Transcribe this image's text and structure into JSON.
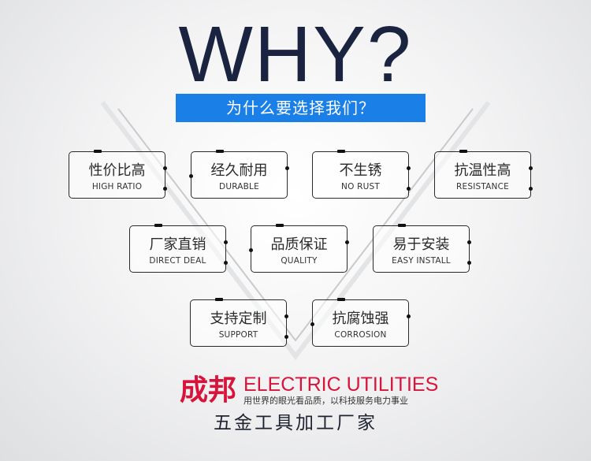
{
  "hero": {
    "title": "WHY?"
  },
  "banner": {
    "text": "为什么要选择我们？",
    "color": "#1a7fe6"
  },
  "features": [
    {
      "zh": "性价比高",
      "en": "HIGH RATIO"
    },
    {
      "zh": "经久耐用",
      "en": "DURABLE"
    },
    {
      "zh": "不生锈",
      "en": "NO RUST"
    },
    {
      "zh": "抗温性高",
      "en": "RESISTANCE"
    },
    {
      "zh": "厂家直销",
      "en": "DIRECT DEAL"
    },
    {
      "zh": "品质保证",
      "en": "QUALITY"
    },
    {
      "zh": "易于安装",
      "en": "EASY INSTALL"
    },
    {
      "zh": "支持定制",
      "en": "SUPPORT"
    },
    {
      "zh": "抗腐蚀强",
      "en": "CORROSION"
    }
  ],
  "brand": {
    "zh": "成邦",
    "en": "ELECTRIC UTILITIES",
    "slogan": "用世界的眼光看品质，以科技服务电力事业",
    "color": "#d7143c"
  },
  "footer": {
    "text": "五金工具加工厂家"
  }
}
